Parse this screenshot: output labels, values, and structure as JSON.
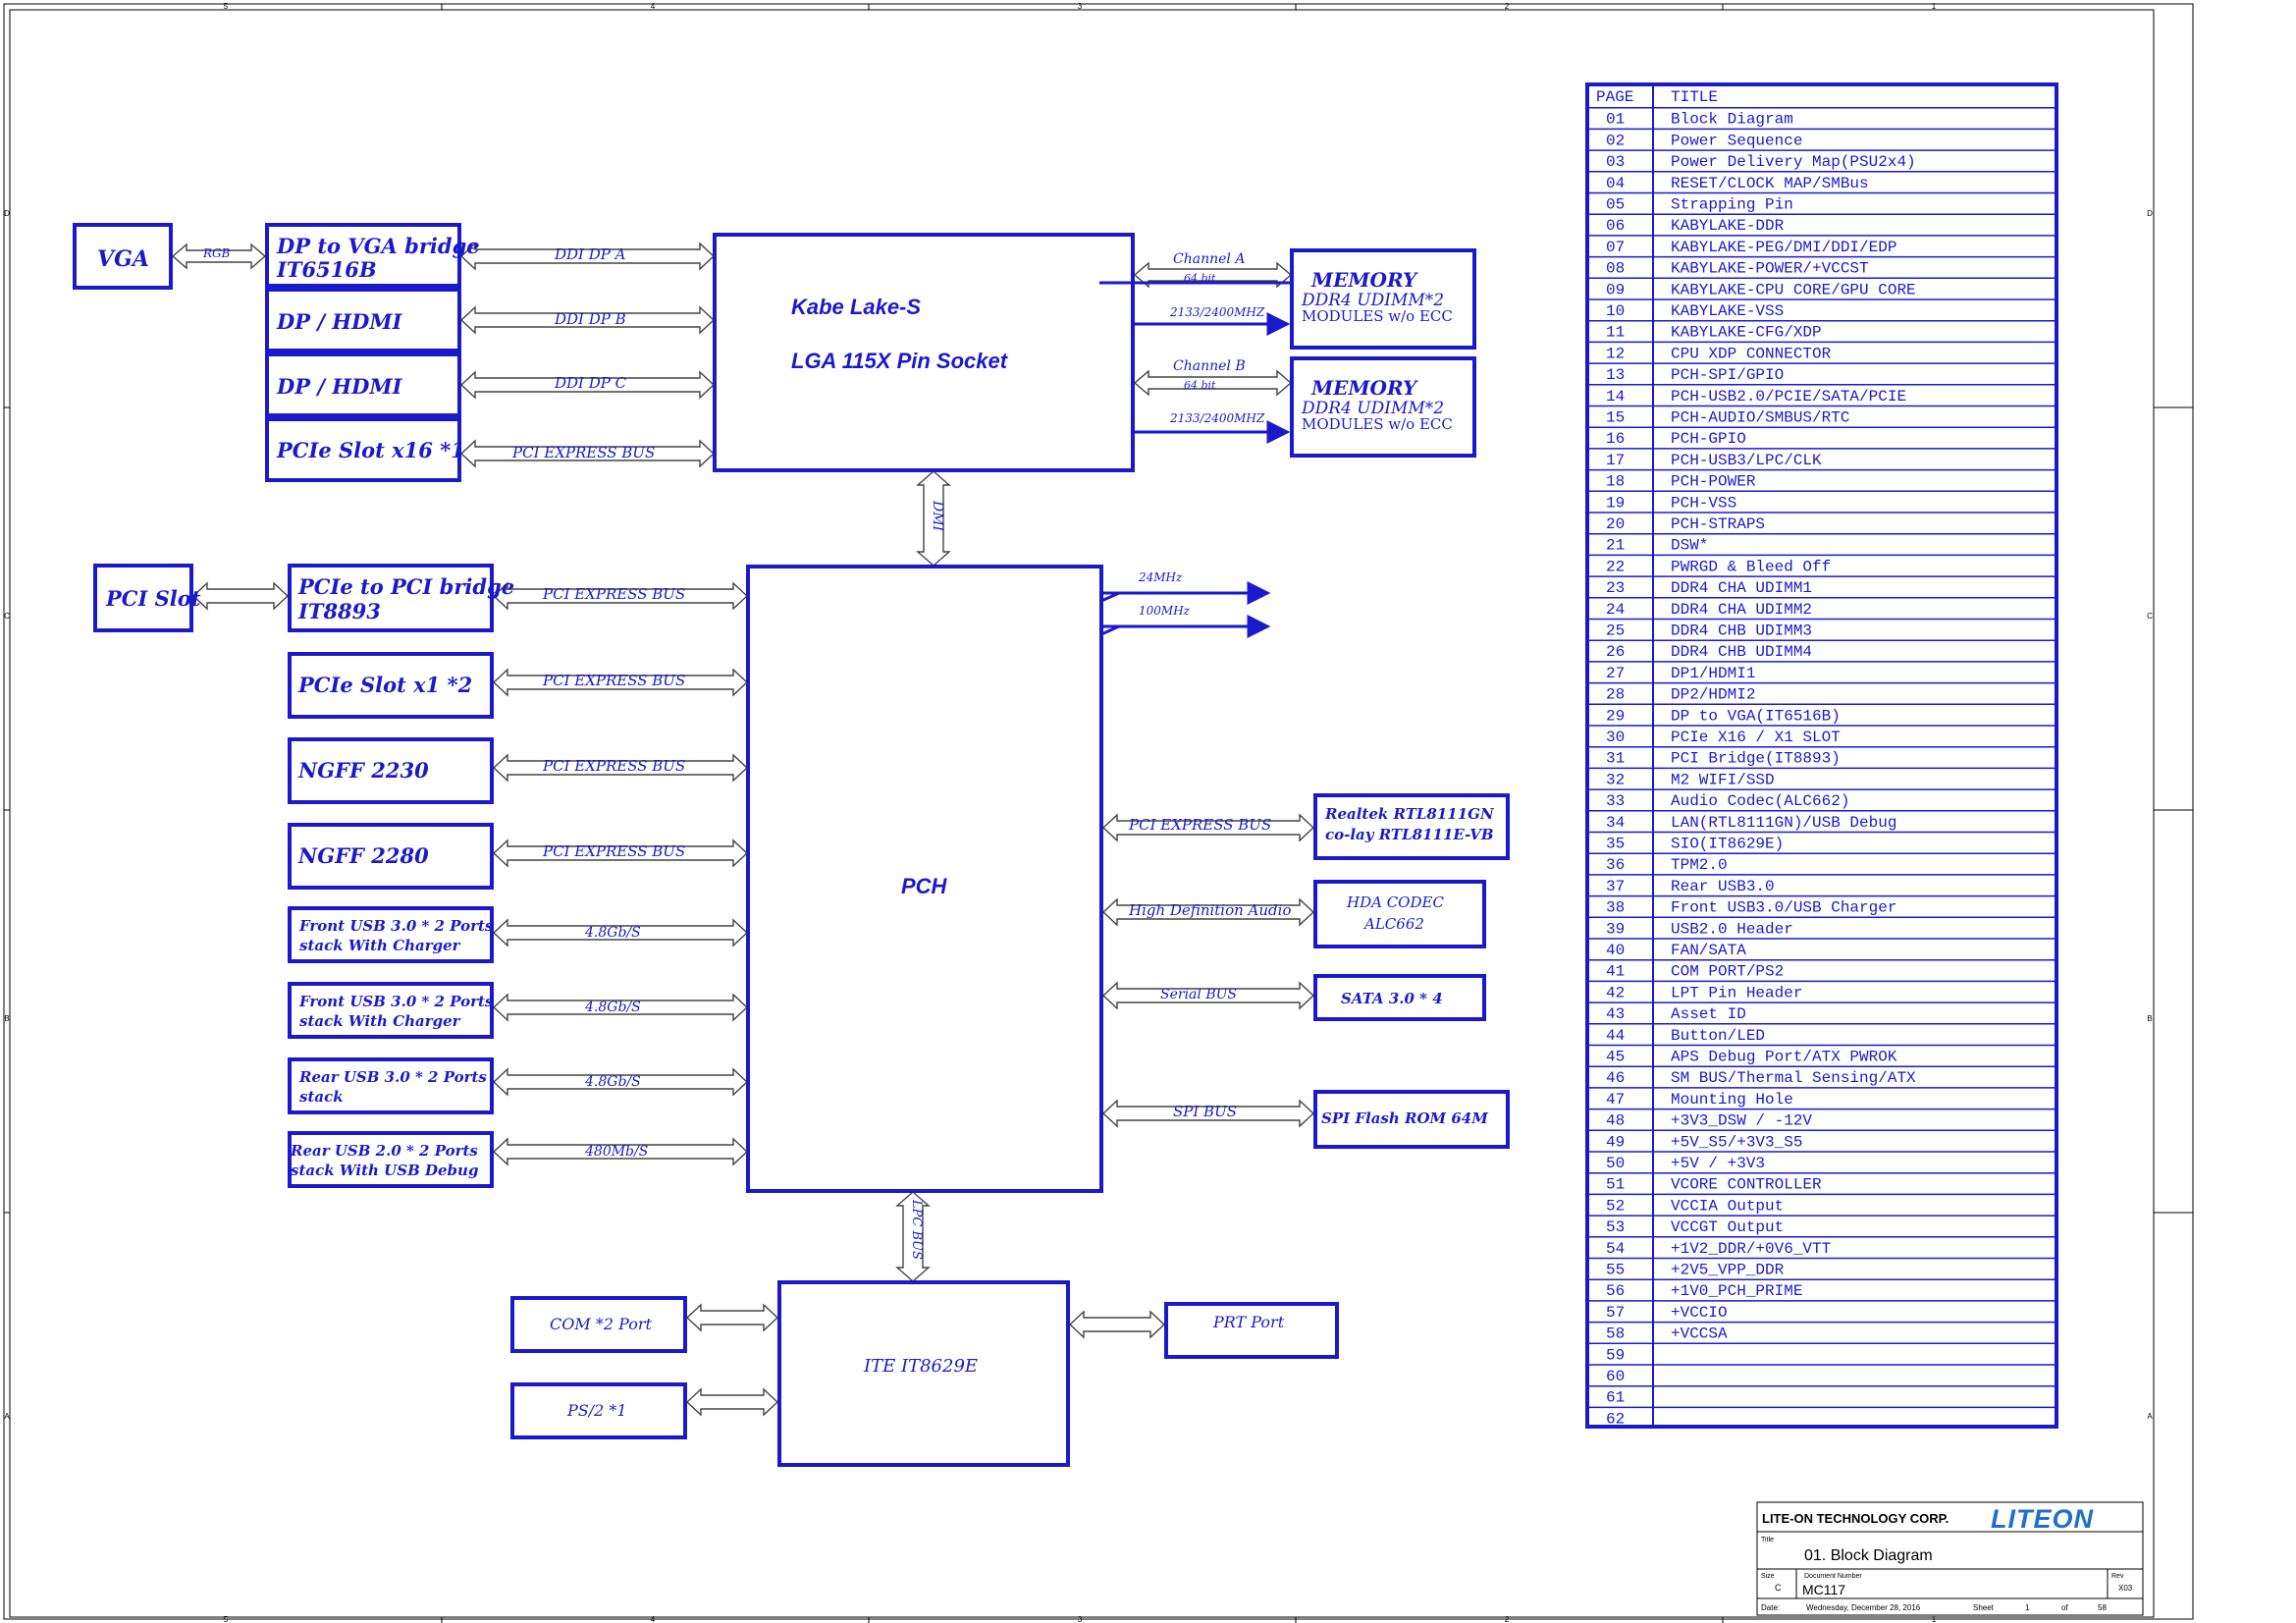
{
  "frame": {
    "col_labels": [
      "5",
      "4",
      "3",
      "2",
      "1"
    ],
    "row_labels": [
      "D",
      "C",
      "B",
      "A"
    ]
  },
  "blocks": {
    "vga": "VGA",
    "dp_vga_1": "DP to VGA bridge",
    "dp_vga_2": "IT6516B",
    "dp_hdmi_1": "DP / HDMI",
    "dp_hdmi_2": "DP / HDMI",
    "pcie_x16": "PCIe Slot x16 *1",
    "cpu_1": "Kabe Lake-S",
    "cpu_2": "LGA 115X Pin Socket",
    "mem_a_1": "MEMORY",
    "mem_a_2": "DDR4 UDIMM*2",
    "mem_a_3": "MODULES w/o ECC",
    "mem_b_1": "MEMORY",
    "mem_b_2": "DDR4 UDIMM*2",
    "mem_b_3": "MODULES w/o ECC",
    "pci_slot": "PCI Slot",
    "pci_bridge_1": "PCIe to PCI bridge",
    "pci_bridge_2": "IT8893",
    "pcie_x1": "PCIe Slot x1 *2",
    "ngff2230": "NGFF 2230",
    "ngff2280": "NGFF 2280",
    "usb_f1_1": "Front USB 3.0 * 2 Ports",
    "usb_f1_2": "stack With Charger",
    "usb_f2_1": "Front USB 3.0 * 2 Ports",
    "usb_f2_2": "stack With Charger",
    "usb_r3_1": "Rear USB 3.0 * 2 Ports",
    "usb_r3_2": "stack",
    "usb_r2_1": "Rear USB 2.0 * 2 Ports",
    "usb_r2_2": "stack With USB Debug",
    "pch": "PCH",
    "lan_1": "Realtek RTL8111GN",
    "lan_2": "co-lay RTL8111E-VB",
    "hda_1": "HDA CODEC",
    "hda_2": "ALC662",
    "sata": "SATA 3.0 * 4",
    "spi_rom": "SPI Flash ROM 64M",
    "com": "COM *2 Port",
    "ps2": "PS/2 *1",
    "ite": "ITE IT8629E",
    "prt": "PRT Port"
  },
  "buses": {
    "rgb": "RGB",
    "ddi_a": "DDI DP A",
    "ddi_b": "DDI DP B",
    "ddi_c": "DDI DP C",
    "pcie_x16": "PCI EXPRESS  BUS",
    "ch_a": "Channel A",
    "ch_a_w": "64 bit",
    "ch_a_f": "2133/2400MHZ",
    "ch_b": "Channel B",
    "ch_b_w": "64 bit",
    "ch_b_f": "2133/2400MHZ",
    "dmi": "DMI",
    "clk_24": "24MHz",
    "clk_100": "100MHz",
    "pcie_1": "PCI EXPRESS  BUS",
    "pcie_2": "PCI EXPRESS  BUS",
    "pcie_3": "PCI EXPRESS  BUS",
    "pcie_4": "PCI EXPRESS  BUS",
    "usb_1": "4.8Gb/S",
    "usb_2": "4.8Gb/S",
    "usb_3": "4.8Gb/S",
    "usb_4": "480Mb/S",
    "lan_bus": "PCI EXPRESS  BUS",
    "hda_bus": "High Definition Audio",
    "serial_bus": "Serial BUS",
    "spi_bus": "SPI BUS",
    "lpc": "LPC BUS"
  },
  "index_table": {
    "header_page": "PAGE",
    "header_title": "TITLE",
    "rows": [
      {
        "page": "01",
        "title": "Block Diagram"
      },
      {
        "page": "02",
        "title": "Power Sequence"
      },
      {
        "page": "03",
        "title": "Power Delivery Map(PSU2x4)"
      },
      {
        "page": "04",
        "title": "RESET/CLOCK MAP/SMBus"
      },
      {
        "page": "05",
        "title": "Strapping Pin"
      },
      {
        "page": "06",
        "title": "KABYLAKE-DDR"
      },
      {
        "page": "07",
        "title": "KABYLAKE-PEG/DMI/DDI/EDP"
      },
      {
        "page": "08",
        "title": "KABYLAKE-POWER/+VCCST"
      },
      {
        "page": "09",
        "title": "KABYLAKE-CPU CORE/GPU CORE"
      },
      {
        "page": "10",
        "title": "KABYLAKE-VSS"
      },
      {
        "page": "11",
        "title": "KABYLAKE-CFG/XDP"
      },
      {
        "page": "12",
        "title": "CPU XDP CONNECTOR"
      },
      {
        "page": "13",
        "title": "PCH-SPI/GPIO"
      },
      {
        "page": "14",
        "title": "PCH-USB2.0/PCIE/SATA/PCIE"
      },
      {
        "page": "15",
        "title": "PCH-AUDIO/SMBUS/RTC"
      },
      {
        "page": "16",
        "title": "PCH-GPIO"
      },
      {
        "page": "17",
        "title": "PCH-USB3/LPC/CLK"
      },
      {
        "page": "18",
        "title": "PCH-POWER"
      },
      {
        "page": "19",
        "title": "PCH-VSS"
      },
      {
        "page": "20",
        "title": "PCH-STRAPS"
      },
      {
        "page": "21",
        "title": "DSW*"
      },
      {
        "page": "22",
        "title": "PWRGD & Bleed Off"
      },
      {
        "page": "23",
        "title": "DDR4 CHA UDIMM1"
      },
      {
        "page": "24",
        "title": "DDR4 CHA UDIMM2"
      },
      {
        "page": "25",
        "title": "DDR4 CHB UDIMM3"
      },
      {
        "page": "26",
        "title": "DDR4 CHB UDIMM4"
      },
      {
        "page": "27",
        "title": "DP1/HDMI1"
      },
      {
        "page": "28",
        "title": "DP2/HDMI2"
      },
      {
        "page": "29",
        "title": "DP to VGA(IT6516B)"
      },
      {
        "page": "30",
        "title": "PCIe X16 / X1 SLOT"
      },
      {
        "page": "31",
        "title": "PCI Bridge(IT8893)"
      },
      {
        "page": "32",
        "title": "M2 WIFI/SSD"
      },
      {
        "page": "33",
        "title": "Audio Codec(ALC662)"
      },
      {
        "page": "34",
        "title": "LAN(RTL8111GN)/USB Debug"
      },
      {
        "page": "35",
        "title": "SIO(IT8629E)"
      },
      {
        "page": "36",
        "title": "TPM2.0"
      },
      {
        "page": "37",
        "title": "Rear USB3.0"
      },
      {
        "page": "38",
        "title": "Front USB3.0/USB Charger"
      },
      {
        "page": "39",
        "title": "USB2.0 Header"
      },
      {
        "page": "40",
        "title": "FAN/SATA"
      },
      {
        "page": "41",
        "title": "COM PORT/PS2"
      },
      {
        "page": "42",
        "title": "LPT Pin Header"
      },
      {
        "page": "43",
        "title": "Asset ID"
      },
      {
        "page": "44",
        "title": "Button/LED"
      },
      {
        "page": "45",
        "title": "APS Debug Port/ATX PWROK"
      },
      {
        "page": "46",
        "title": "SM BUS/Thermal Sensing/ATX"
      },
      {
        "page": "47",
        "title": "Mounting Hole"
      },
      {
        "page": "48",
        "title": "+3V3_DSW / -12V"
      },
      {
        "page": "49",
        "title": "+5V_S5/+3V3_S5"
      },
      {
        "page": "50",
        "title": "+5V / +3V3"
      },
      {
        "page": "51",
        "title": "VCORE CONTROLLER"
      },
      {
        "page": "52",
        "title": "VCCIA Output"
      },
      {
        "page": "53",
        "title": "VCCGT Output"
      },
      {
        "page": "54",
        "title": "+1V2_DDR/+0V6_VTT"
      },
      {
        "page": "55",
        "title": "+2V5_VPP_DDR"
      },
      {
        "page": "56",
        "title": "+1V0_PCH_PRIME"
      },
      {
        "page": "57",
        "title": "+VCCIO"
      },
      {
        "page": "58",
        "title": "+VCCSA"
      },
      {
        "page": "59",
        "title": ""
      },
      {
        "page": "60",
        "title": ""
      },
      {
        "page": "61",
        "title": ""
      },
      {
        "page": "62",
        "title": ""
      }
    ]
  },
  "title_block": {
    "company": "LITE-ON TECHNOLOGY CORP.",
    "logo": "LITEON",
    "title_label": "Title",
    "title": "01. Block Diagram",
    "size_label": "Size",
    "size": "C",
    "docnum_label": "Document Number",
    "docnum": "MC117",
    "rev_label": "Rev",
    "rev": "X03",
    "date_label": "Date:",
    "date": "Wednesday, December 28, 2016",
    "sheet_label": "Sheet",
    "sheet": "1",
    "of_label": "of",
    "total": "58"
  },
  "colors": {
    "line": "#1a1acc",
    "text": "#1a1acc",
    "frame": "#000000",
    "logo": "#1f6fd0"
  }
}
